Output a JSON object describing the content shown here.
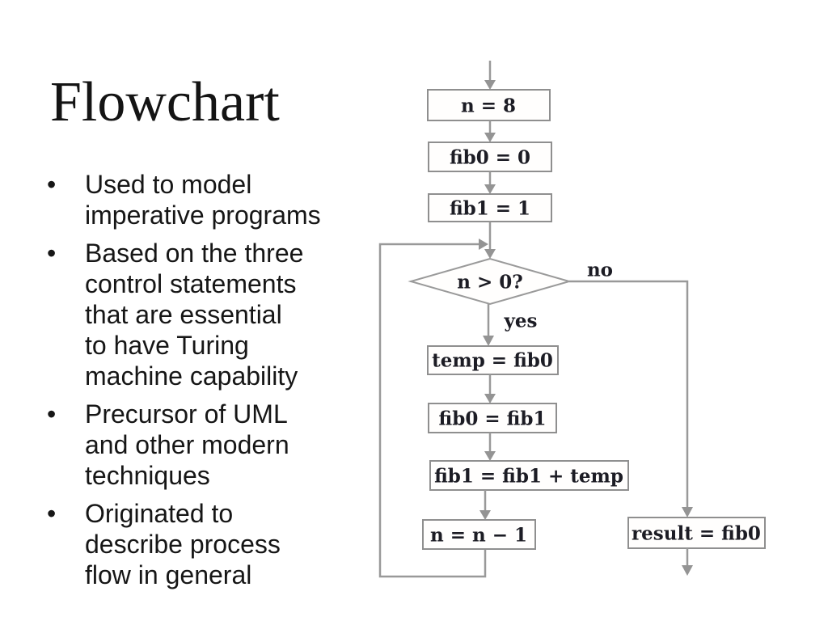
{
  "slide": {
    "title": "Flowchart",
    "bullet_char": "•",
    "bullets": [
      {
        "lines": [
          "Used to model",
          "imperative programs"
        ]
      },
      {
        "lines": [
          "Based on the three",
          "control statements",
          "that are essential",
          "to have Turing",
          "machine capability"
        ]
      },
      {
        "lines": [
          "Precursor of UML",
          "and other modern",
          "techniques"
        ]
      },
      {
        "lines": [
          "Originated to",
          "describe process",
          "flow in general"
        ]
      }
    ]
  },
  "flowchart": {
    "nodes": {
      "n8": "n = 8",
      "fib0_init": "fib0 = 0",
      "fib1_init": "fib1 = 1",
      "cond": "n > 0?",
      "temp": "temp = fib0",
      "fib0_update": "fib0 = fib1",
      "fib1_update": "fib1 = fib1 + temp",
      "n_decrement": "n = n − 1",
      "result": "result = fib0"
    },
    "edge_labels": {
      "yes": "yes",
      "no": "no"
    },
    "colors": {
      "line": "#999999",
      "box_border": "#8f8f8f",
      "box_fill": "#fffefd",
      "node_text": "#1c1c24",
      "background": "#ffffff"
    }
  }
}
